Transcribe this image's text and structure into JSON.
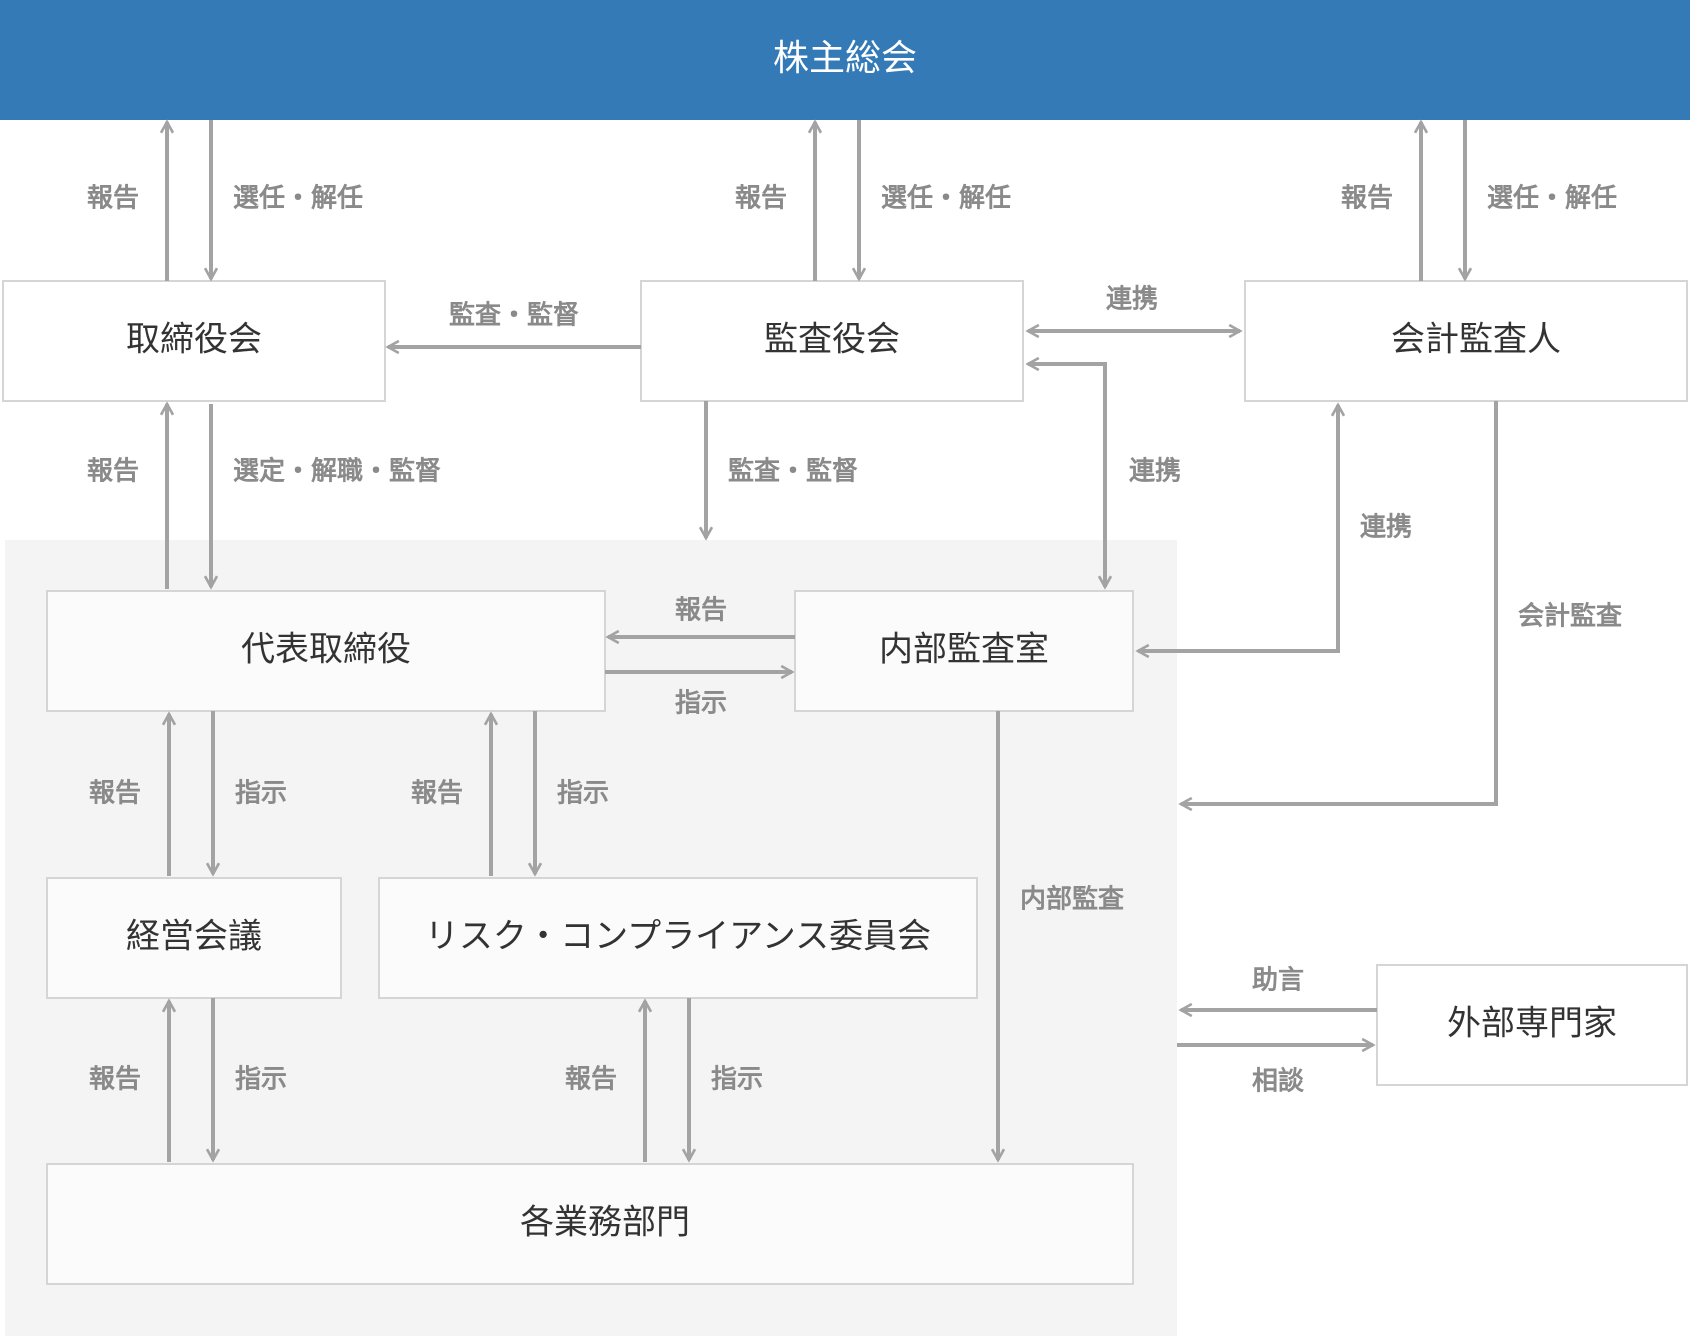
{
  "colors": {
    "header": "#347ab7",
    "internal_area": "#f4f4f4",
    "arrow": "#a3a3a3",
    "edge_label": "#8a8a8a",
    "node_text": "#333333"
  },
  "nodes": {
    "shareholders": "株主総会",
    "board": "取締役会",
    "audit_board": "監査役会",
    "accounting_auditor": "会計監査人",
    "representative_director": "代表取締役",
    "internal_audit_office": "内部監査室",
    "management_meeting": "経営会議",
    "risk_compliance_committee": "リスク・コンプライアンス委員会",
    "business_departments": "各業務部門",
    "external_experts": "外部専門家"
  },
  "edges": {
    "board_to_shareholders": "報告",
    "shareholders_to_board": "選任・解任",
    "audit_board_to_shareholders": "報告",
    "shareholders_to_audit_board": "選任・解任",
    "auditor_to_shareholders": "報告",
    "shareholders_to_auditor": "選任・解任",
    "audit_board_to_board": "監査・監督",
    "audit_board_auditor": "連携",
    "rep_to_board": "報告",
    "board_to_rep": "選定・解職・監督",
    "audit_board_to_internal_area": "監査・監督",
    "audit_board_internal_audit": "連携",
    "auditor_internal_audit": "連携",
    "auditor_accounting_audit": "会計監査",
    "internal_audit_to_rep": "報告",
    "rep_to_internal_audit": "指示",
    "mgmt_to_rep": "報告",
    "rep_to_mgmt": "指示",
    "risk_to_rep": "報告",
    "rep_to_risk": "指示",
    "internal_audit_to_departments": "内部監査",
    "experts_advice": "助言",
    "consultation": "相談",
    "departments_to_mgmt": "報告",
    "mgmt_to_departments": "指示",
    "departments_to_risk": "報告",
    "risk_to_departments": "指示"
  }
}
